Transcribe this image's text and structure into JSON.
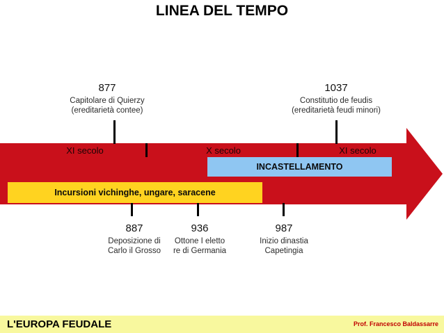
{
  "slide": {
    "title": "LINEA DEL TEMPO",
    "footer": {
      "left": "L'EUROPA FEUDALE",
      "right": "Prof. Francesco Baldassarre"
    }
  },
  "timeline": {
    "events_top": [
      {
        "year": "877",
        "line1": "Capitolare di Quierzy",
        "line2": "(ereditarietà contee)"
      },
      {
        "year": "1037",
        "line1": "Constitutio de feudis",
        "line2": "(ereditarietà feudi minori)"
      }
    ],
    "centuries": [
      "XI secolo",
      "X secolo",
      "XI secolo"
    ],
    "bands": {
      "incastellamento": "INCASTELLAMENTO",
      "incursioni": "Incursioni vichinghe, ungare, saracene"
    },
    "events_bottom": [
      {
        "year": "887",
        "line1": "Deposizione di",
        "line2": "Carlo il Grosso"
      },
      {
        "year": "936",
        "line1": "Ottone I eletto",
        "line2": "re di Germania"
      },
      {
        "year": "987",
        "line1": "Inizio dinastia",
        "line2": "Capetingia"
      }
    ]
  },
  "colors": {
    "arrow_red": "#C9101B",
    "band_blue": "#8FC6F2",
    "band_yellow": "#FFD320",
    "footer_yellow": "#F8F89E",
    "footer_text_red": "#C00000"
  }
}
